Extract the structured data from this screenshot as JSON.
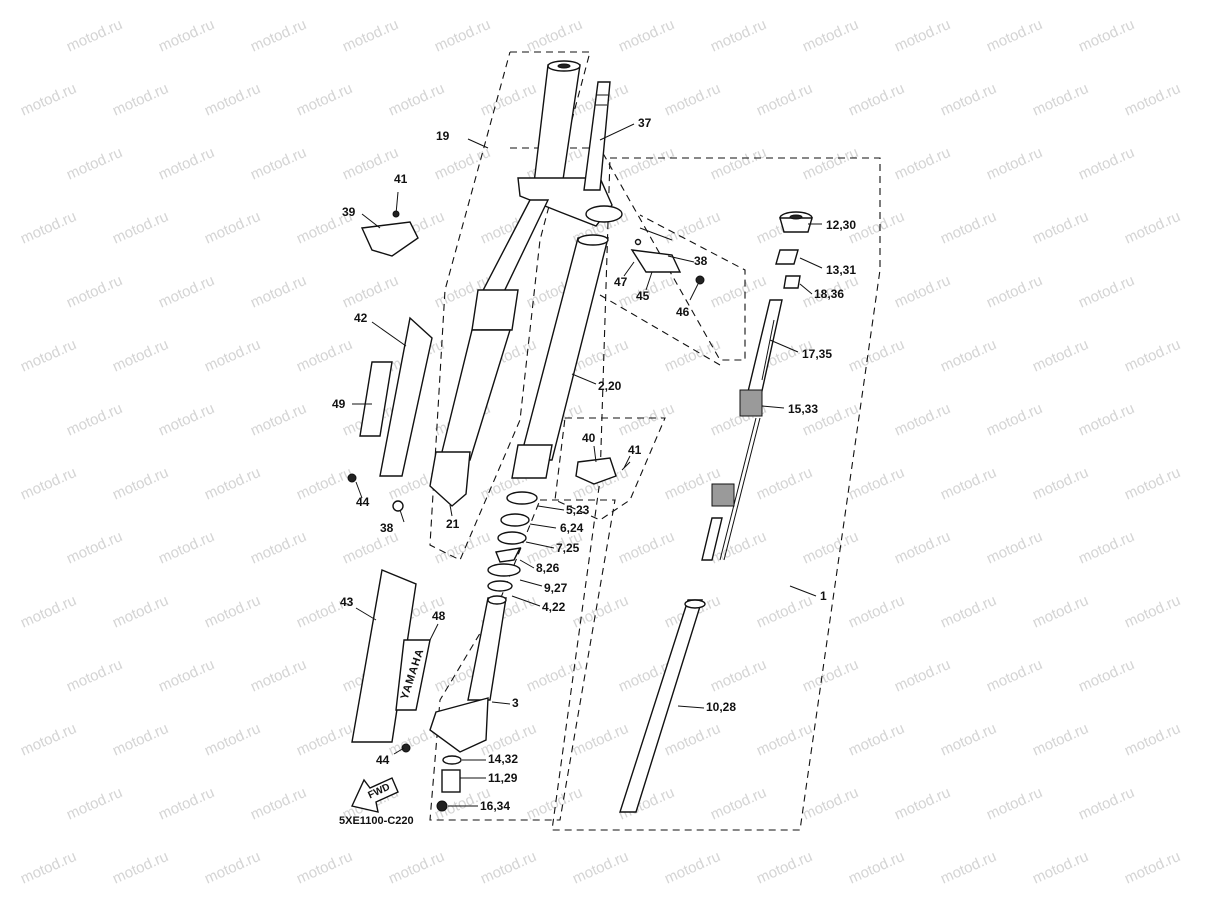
{
  "watermark": "motod.ru",
  "diagram_code": "5XE1100-C220",
  "fwd_label": "FWD",
  "brand_label": "YAMAHA",
  "callouts": [
    {
      "id": "c19",
      "text": "19"
    },
    {
      "id": "c37",
      "text": "37"
    },
    {
      "id": "c41a",
      "text": "41"
    },
    {
      "id": "c39",
      "text": "39"
    },
    {
      "id": "c12_30",
      "text": "12,30"
    },
    {
      "id": "c38a",
      "text": "38"
    },
    {
      "id": "c13_31",
      "text": "13,31"
    },
    {
      "id": "c47",
      "text": "47"
    },
    {
      "id": "c45",
      "text": "45"
    },
    {
      "id": "c18_36",
      "text": "18,36"
    },
    {
      "id": "c46",
      "text": "46"
    },
    {
      "id": "c42",
      "text": "42"
    },
    {
      "id": "c17_35",
      "text": "17,35"
    },
    {
      "id": "c2_20",
      "text": "2,20"
    },
    {
      "id": "c49",
      "text": "49"
    },
    {
      "id": "c15_33",
      "text": "15,33"
    },
    {
      "id": "c40",
      "text": "40"
    },
    {
      "id": "c41b",
      "text": "41"
    },
    {
      "id": "c44a",
      "text": "44"
    },
    {
      "id": "c5_23",
      "text": "5,23"
    },
    {
      "id": "c38b",
      "text": "38"
    },
    {
      "id": "c21",
      "text": "21"
    },
    {
      "id": "c6_24",
      "text": "6,24"
    },
    {
      "id": "c7_25",
      "text": "7,25"
    },
    {
      "id": "c8_26",
      "text": "8,26"
    },
    {
      "id": "c9_27",
      "text": "9,27"
    },
    {
      "id": "c1",
      "text": "1"
    },
    {
      "id": "c43",
      "text": "43"
    },
    {
      "id": "c48",
      "text": "48"
    },
    {
      "id": "c4_22",
      "text": "4,22"
    },
    {
      "id": "c3",
      "text": "3"
    },
    {
      "id": "c10_28",
      "text": "10,28"
    },
    {
      "id": "c44b",
      "text": "44"
    },
    {
      "id": "c14_32",
      "text": "14,32"
    },
    {
      "id": "c11_29",
      "text": "11,29"
    },
    {
      "id": "c16_34",
      "text": "16,34"
    }
  ]
}
